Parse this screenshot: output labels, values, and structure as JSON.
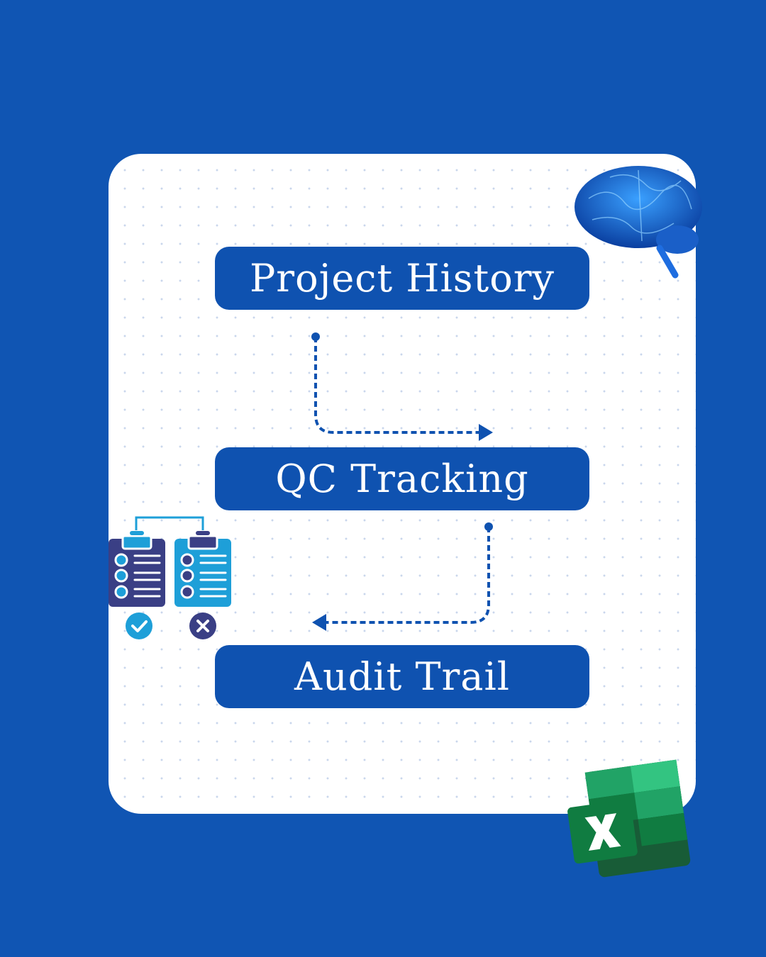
{
  "steps": [
    {
      "label": "Project History"
    },
    {
      "label": "QC Tracking"
    },
    {
      "label": "Audit Trail"
    }
  ],
  "icons": [
    "brain-icon",
    "clipboard-checklist-icon",
    "checkmark-icon",
    "x-mark-icon",
    "excel-logo-icon"
  ],
  "colors": {
    "background": "#1055b3",
    "step": "#0f52b0",
    "card": "#ffffff"
  }
}
